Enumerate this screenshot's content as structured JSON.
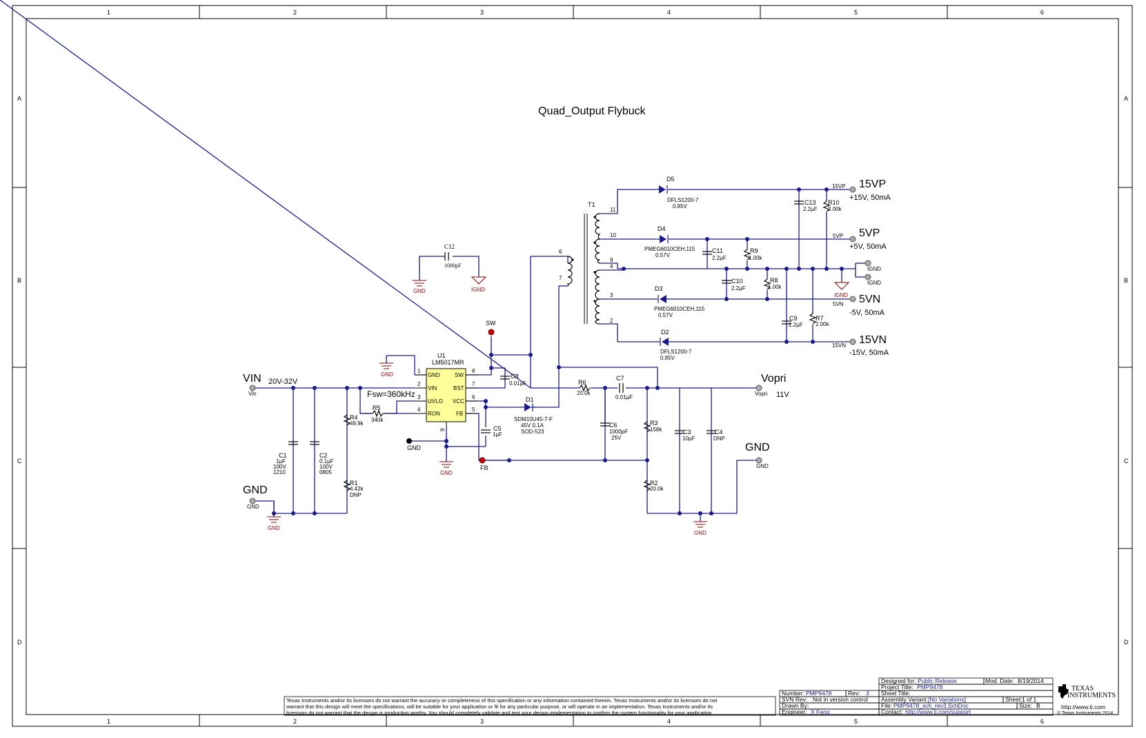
{
  "title": "Quad_Output Flybuck",
  "frame": {
    "columns": [
      "1",
      "2",
      "3",
      "4",
      "5",
      "6"
    ],
    "rows": [
      "A",
      "B",
      "C",
      "D"
    ]
  },
  "ports": {
    "vin": {
      "name": "VIN",
      "range": "20V-32V",
      "net": "Vin"
    },
    "gnd_in": {
      "name": "GND",
      "net": "GND"
    },
    "vopri": {
      "name": "Vopri",
      "value": "11V",
      "net": "Vopri"
    },
    "gnd_out": {
      "name": "GND",
      "net": "GND"
    },
    "p15vp": {
      "name": "15VP",
      "desc": "+15V, 50mA",
      "net": "15VP"
    },
    "p5vp": {
      "name": "5VP",
      "desc": "+5V, 50mA",
      "net": "5VP"
    },
    "ignd1": {
      "net": "IGND"
    },
    "ignd2": {
      "net": "IGND"
    },
    "p5vn": {
      "name": "5VN",
      "desc": "-5V, 50mA",
      "net": "5VN"
    },
    "p15vn": {
      "name": "15VN",
      "desc": "-15V, 50mA",
      "net": "15VN"
    },
    "sw": {
      "name": "SW"
    },
    "fb": {
      "name": "FB"
    }
  },
  "ic": {
    "ref": "U1",
    "part": "LM5017MR",
    "pins_left": [
      "GND",
      "VIN",
      "UVLO",
      "RON"
    ],
    "pins_left_num": [
      "1",
      "2",
      "3",
      "4"
    ],
    "pins_right": [
      "SW",
      "BST",
      "VCC",
      "FB"
    ],
    "pins_right_num": [
      "8",
      "7",
      "6",
      "5"
    ],
    "pin9": "9",
    "fsw": "Fsw=360kHz"
  },
  "transformer": {
    "ref": "T1",
    "pins": [
      "11",
      "10",
      "9",
      "4",
      "3",
      "2",
      "6",
      "7"
    ]
  },
  "components": {
    "c1": {
      "ref": "C1",
      "v1": "1µF",
      "v2": "100V",
      "v3": "1210"
    },
    "c2": {
      "ref": "C2",
      "v1": "0.1µF",
      "v2": "100V",
      "v3": "0805"
    },
    "c3": {
      "ref": "C3",
      "v1": "10µF"
    },
    "c4": {
      "ref": "C4",
      "v1": "DNP"
    },
    "c5": {
      "ref": "C5",
      "v1": "1µF"
    },
    "c6": {
      "ref": "C6",
      "v1": "1000pF",
      "v2": "25V"
    },
    "c7": {
      "ref": "C7",
      "v1": "0.01µF"
    },
    "c8": {
      "ref": "C8",
      "v1": "0.01µF"
    },
    "c9": {
      "ref": "C9",
      "v1": "2.2µF"
    },
    "c10": {
      "ref": "C10",
      "v1": "2.2µF"
    },
    "c11": {
      "ref": "C11",
      "v1": "2.2µF"
    },
    "c12": {
      "ref": "C12",
      "v1": "1000pF"
    },
    "c13": {
      "ref": "C13",
      "v1": "2.2µF"
    },
    "r1": {
      "ref": "R1",
      "v1": "4.42k",
      "v2": "DNP"
    },
    "r2": {
      "ref": "R2",
      "v1": "20.0k"
    },
    "r3": {
      "ref": "R3",
      "v1": "158k"
    },
    "r4": {
      "ref": "R4",
      "v1": "49.9k"
    },
    "r5": {
      "ref": "R5",
      "v1": "340k"
    },
    "r6": {
      "ref": "R6",
      "v1": "20.0k"
    },
    "r7": {
      "ref": "R7",
      "v1": "2.00k"
    },
    "r8": {
      "ref": "R8",
      "v1": "1.00k"
    },
    "r9": {
      "ref": "R9",
      "v1": "1.00k"
    },
    "r10": {
      "ref": "R10",
      "v1": "2.00k"
    },
    "d1": {
      "ref": "D1",
      "v1": "SDM10U45-7-F",
      "v2": "45V  0.1A",
      "v3": "SOD-523"
    },
    "d2": {
      "ref": "D2",
      "v1": "DFLS1200-7",
      "v2": "0.85V"
    },
    "d3": {
      "ref": "D3",
      "v1": "PMEG6010CEH,115",
      "v2": "0.57V"
    },
    "d4": {
      "ref": "D4",
      "v1": "PMEG6010CEH,115",
      "v2": "0.57V"
    },
    "d5": {
      "ref": "D5",
      "v1": "DFLS1200-7",
      "v2": "0.85V"
    }
  },
  "gnd_labels": {
    "gnd": "GND",
    "ignd": "IGND"
  },
  "disclaimer": [
    "Texas Instruments and/or its licensors do not warrant the accuracy or completeness of this specification or any information contained therein. Texas Instruments and/or its licensors do not",
    "warrant that this design will meet the specifications, will be suitable for your application or fit for any particular purpose, or will operate in an implementation. Texas Instruments and/or its",
    "licensors do not warrant that the design is production worthy. You should completely validate and test your design implementation to confirm the system functionality for your application."
  ],
  "titleblock": {
    "number_label": "Number:",
    "number": "PMP9478",
    "rev_label": "Rev:",
    "rev": "3",
    "svn_label": "SVN Rev:",
    "svn": "Not in version control",
    "drawn_label": "Drawn By:",
    "drawn": "",
    "engineer_label": "Engineer:",
    "engineer": "X Fang",
    "designed_label": "Designed for:",
    "designed": "Public Release",
    "moddate_label": "Mod. Date:",
    "moddate": "8/19/2014",
    "project_label": "Project Title:",
    "project": "PMP9478",
    "sheettitle_label": "Sheet Title:",
    "sheettitle": "",
    "variant_label": "Assembly Variant:",
    "variant": "[No Variations]",
    "sheet_label": "Sheet:",
    "sheet": "1  of  1",
    "file_label": "File:",
    "file": "PMP9478_sch_rev3.SchDoc",
    "size_label": "Size:",
    "size": "B",
    "contact_label": "Contact:",
    "contact": "http://www.ti.com/support",
    "company1": "TEXAS",
    "company2": "INSTRUMENTS",
    "url": "http://www.ti.com",
    "copyright": "© Texas Instruments  2014"
  }
}
